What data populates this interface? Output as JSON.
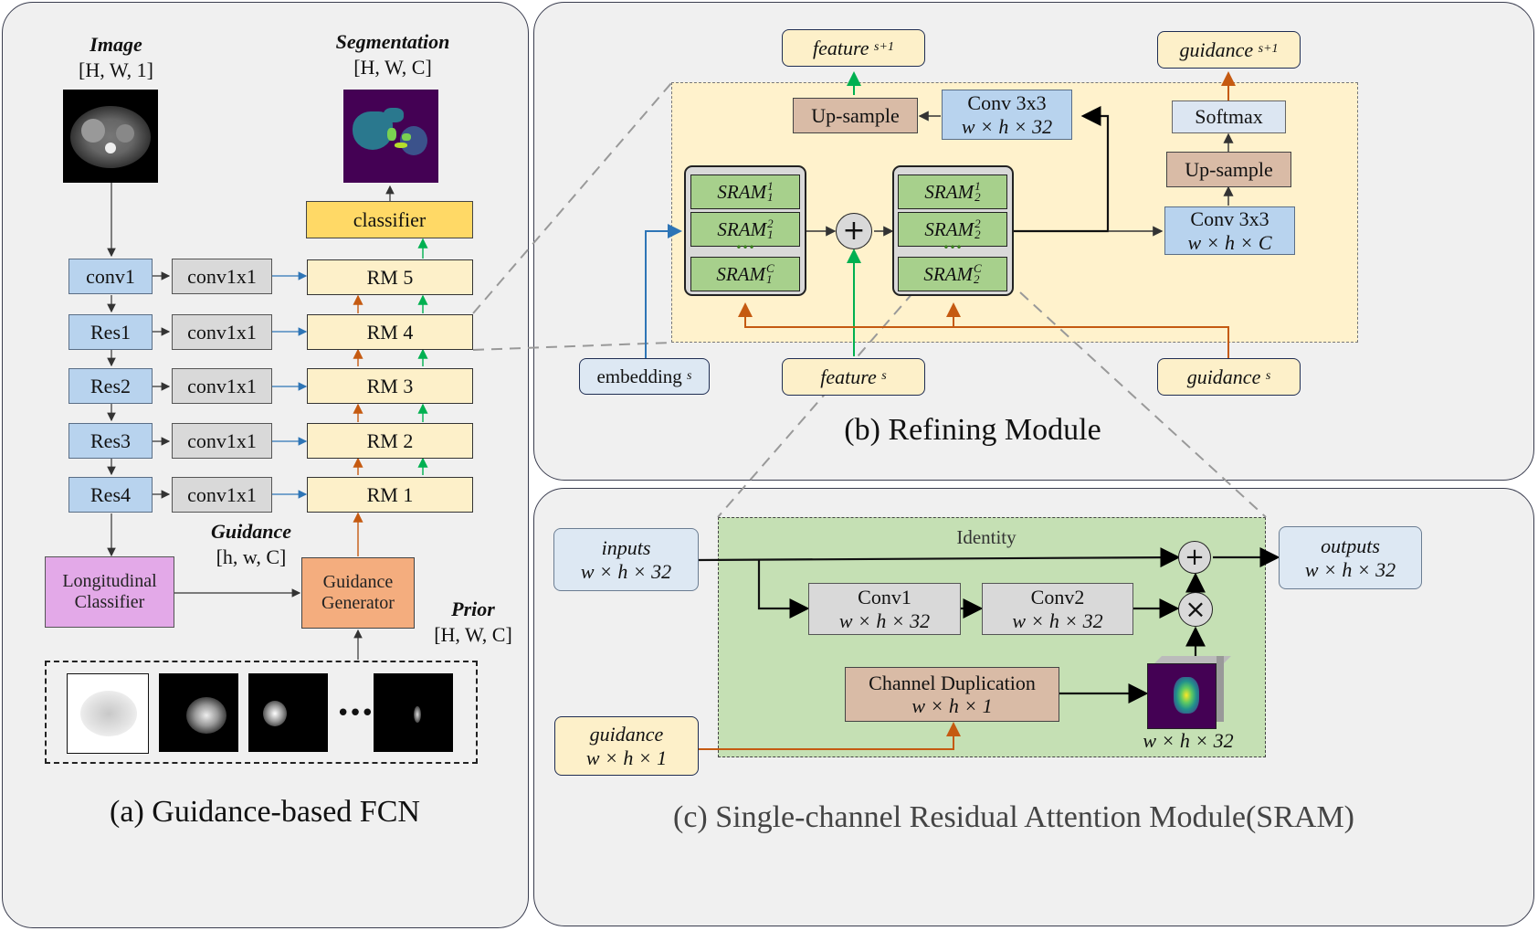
{
  "panel_a": {
    "title": "(a) Guidance-based FCN",
    "image_label": "Image",
    "image_dims": "[H, W, 1]",
    "seg_label": "Segmentation",
    "seg_dims": "[H, W, C]",
    "classifier": "classifier",
    "encoder": [
      "conv1",
      "Res1",
      "Res2",
      "Res3",
      "Res4"
    ],
    "conv1x1": "conv1x1",
    "rm": [
      "RM 5",
      "RM 4",
      "RM 3",
      "RM 2",
      "RM 1"
    ],
    "guidance_label": "Guidance",
    "guidance_dims": "[h, w, C]",
    "longitudinal_line1": "Longitudinal",
    "longitudinal_line2": "Classifier",
    "gg_line1": "Guidance",
    "gg_line2": "Generator",
    "prior_label": "Prior",
    "prior_dims": "[H, W, C]",
    "dots": "•••"
  },
  "panel_b": {
    "title": "(b) Refining Module",
    "feature_out": "feature",
    "feature_out_sup": "s+1",
    "guidance_out": "guidance",
    "guidance_out_sup": "s+1",
    "upsample1": "Up-sample",
    "conv_a_line1": "Conv 3x3",
    "conv_a_line2": "w × h × 32",
    "softmax": "Softmax",
    "upsample2": "Up-sample",
    "conv_b_line1": "Conv 3x3",
    "conv_b_line2": "w × h × C",
    "sram_base": "SRAM",
    "embedding": "embedding",
    "embedding_sup": "s",
    "feature_in": "feature",
    "feature_in_sup": "s",
    "guidance_in": "guidance",
    "guidance_in_sup": "s"
  },
  "panel_c": {
    "title": "(c) Single-channel Residual Attention Module(SRAM)",
    "identity": "Identity",
    "inputs_line1": "inputs",
    "inputs_line2": "w × h × 32",
    "conv1_line1": "Conv1",
    "conv1_line2": "w × h × 32",
    "conv2_line1": "Conv2",
    "conv2_line2": "w × h × 32",
    "outputs_line1": "outputs",
    "outputs_line2": "w × h × 32",
    "chdup_line1": "Channel Duplication",
    "chdup_line2": "w × h × 1",
    "guidance_line1": "guidance",
    "guidance_line2": "w × h × 1",
    "cube_dims": "w × h × 32"
  },
  "colors": {
    "arrow_blue": "#2e75b6",
    "arrow_orange": "#c55a11",
    "arrow_green": "#00b050",
    "panel_bg": "#f0f0f0",
    "rm_bg": "#fdf0c9",
    "sram_bg": "#c5e0b4"
  }
}
